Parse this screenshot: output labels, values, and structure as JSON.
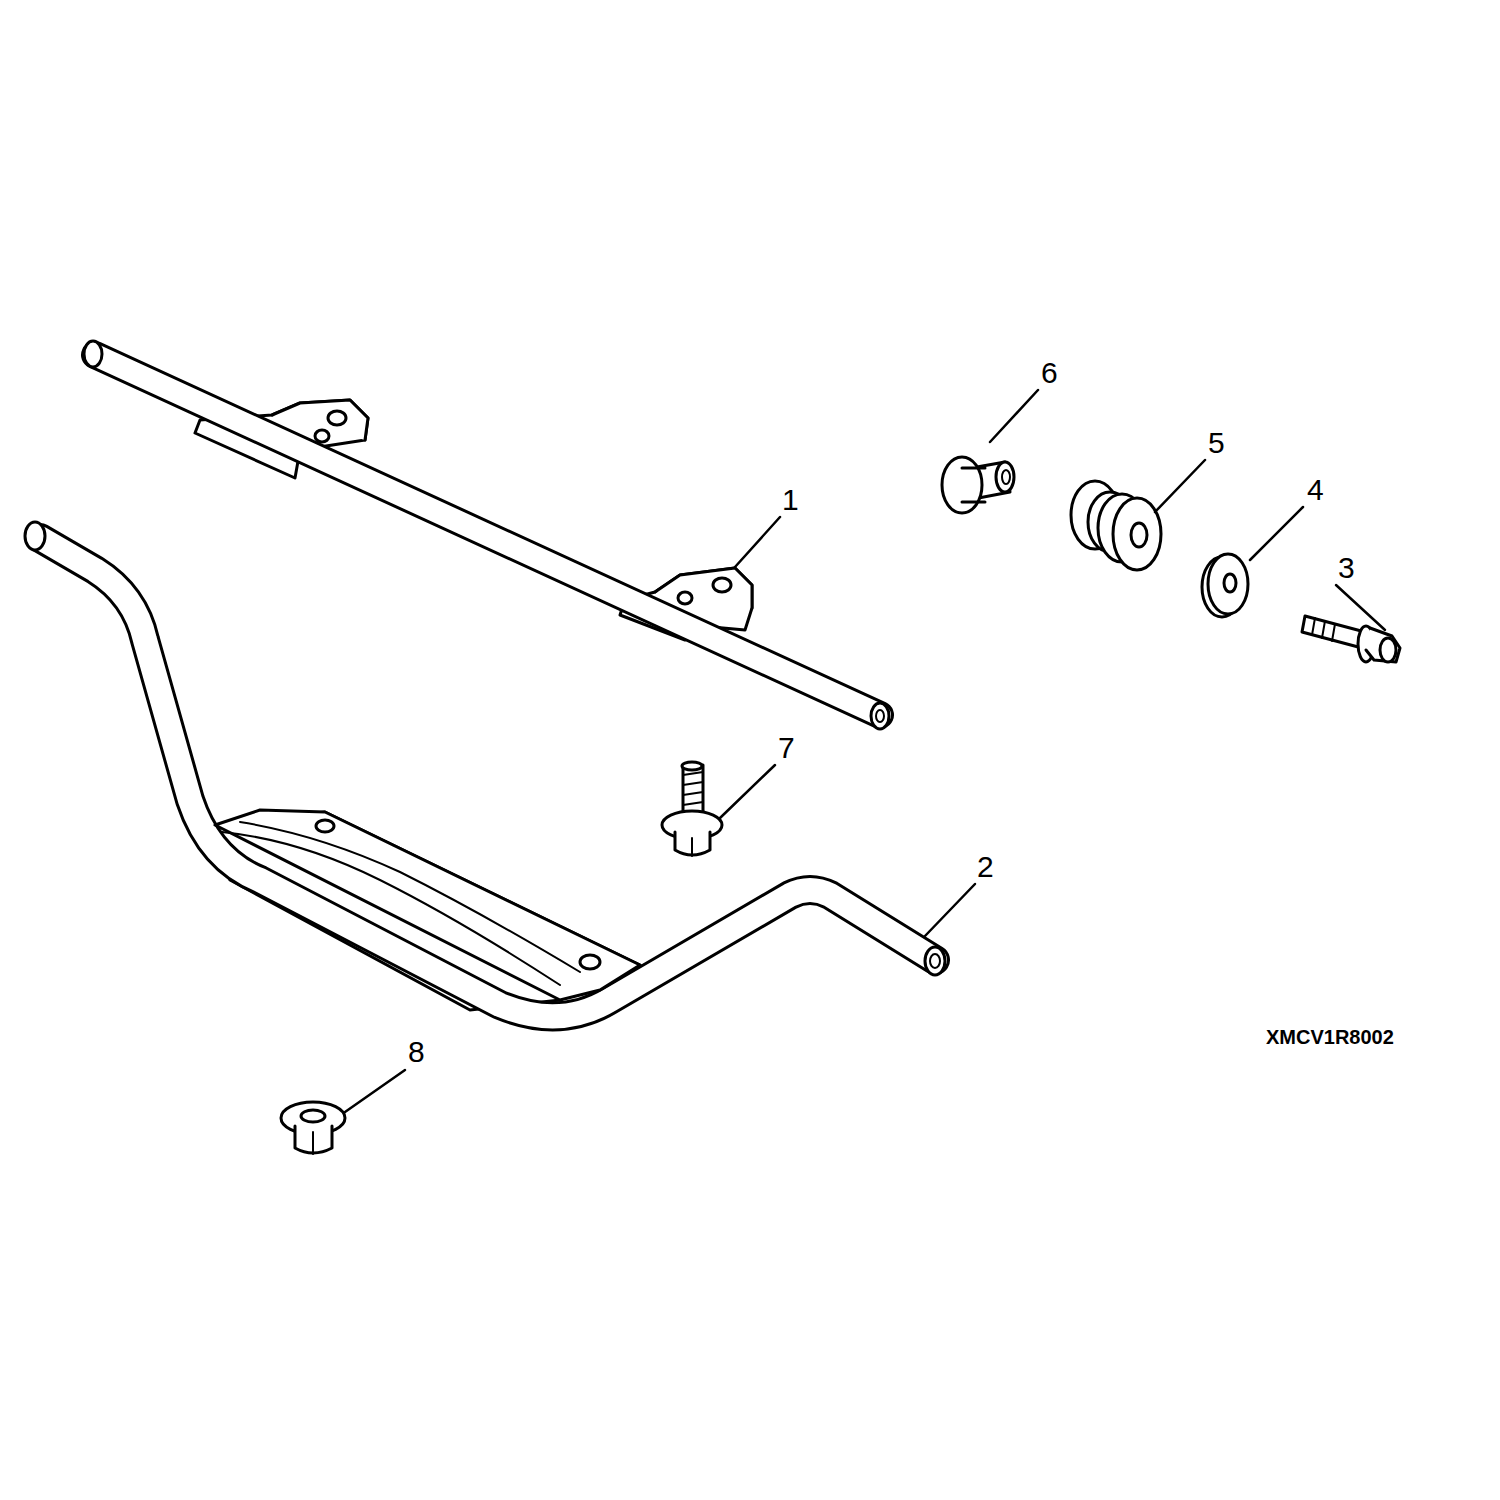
{
  "diagram": {
    "labels": [
      "6",
      "5",
      "1",
      "4",
      "3",
      "7",
      "2",
      "8",
      "XMCV1R8002"
    ]
  }
}
